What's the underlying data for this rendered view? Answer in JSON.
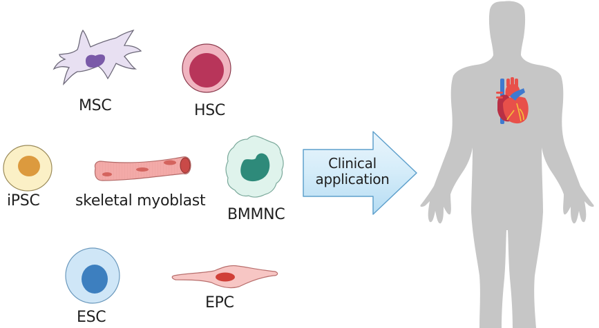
{
  "diagram": {
    "cells": [
      {
        "id": "msc",
        "label": "MSC",
        "full_name_shown": false,
        "colors": {
          "body": "#e8e0f2",
          "outline": "#6c6878",
          "nucleus": "#7a5aa8"
        }
      },
      {
        "id": "hsc",
        "label": "HSC",
        "colors": {
          "body": "#f0b4c0",
          "outline": "#8a3a4c",
          "nucleus": "#b8355a"
        }
      },
      {
        "id": "ipsc",
        "label": "iPSC",
        "colors": {
          "body": "#fbf0c6",
          "outline": "#9a8a58",
          "nucleus": "#dc9a3e"
        }
      },
      {
        "id": "skeletal-myoblast",
        "label": "skeletal myoblast",
        "colors": {
          "body": "#f3aaa8",
          "outline": "#b26866",
          "nucleus": "#d4645e"
        }
      },
      {
        "id": "bmmnc",
        "label": "BMMNC",
        "colors": {
          "body": "#dff3ec",
          "outline": "#7aa89a",
          "nucleus": "#2e8a7a"
        }
      },
      {
        "id": "esc",
        "label": "ESC",
        "colors": {
          "body": "#cfe6f7",
          "outline": "#6a98bc",
          "nucleus": "#3d7fbf"
        }
      },
      {
        "id": "epc",
        "label": "EPC",
        "colors": {
          "body": "#f7c6c4",
          "outline": "#b86e6c",
          "nucleus": "#d04038"
        }
      }
    ],
    "arrow": {
      "line1": "Clinical",
      "line2": "application",
      "colors": {
        "fill_light": "#eaf5fc",
        "fill_dark": "#b5dcf3",
        "outline": "#5ea0cc"
      }
    },
    "body_silhouette": {
      "color": "#c6c6c6"
    },
    "heart": {
      "colors": {
        "red": "#e8504a",
        "dark_red": "#b83045",
        "blue": "#3f7ad0",
        "yellow": "#f4c03a"
      }
    }
  }
}
